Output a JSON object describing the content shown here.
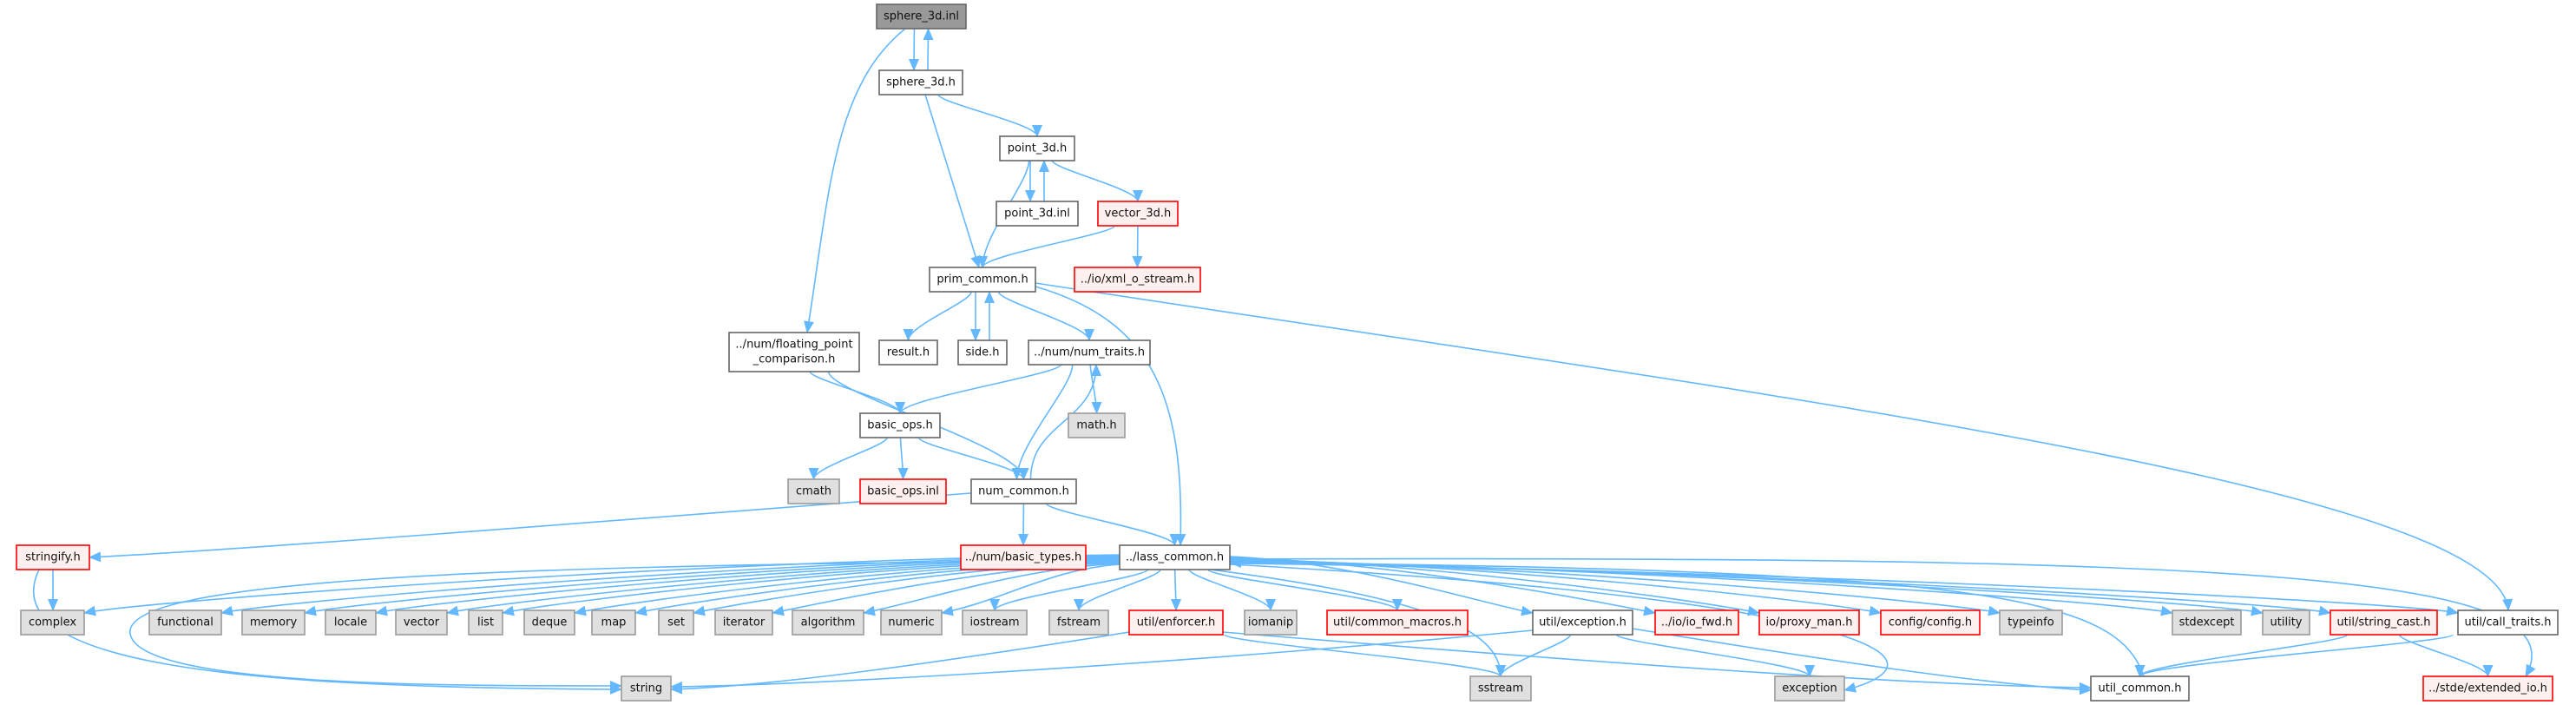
{
  "title": "sphere_3d.inl include dependency graph",
  "colors": {
    "edge": "#63b8ff",
    "selected_fill": "#999999",
    "selected_border": "#666666",
    "normal_fill": "#ffffff",
    "normal_border": "#666666",
    "system_fill": "#e0e0e0",
    "system_border": "#999999",
    "missing_fill": "#fff0f0",
    "missing_border": "#ff0000"
  },
  "graph": {
    "nodes": [
      {
        "id": "sphere_3d_inl",
        "label": [
          "sphere_3d.inl"
        ],
        "kind": "selected"
      },
      {
        "id": "sphere_3d_h",
        "label": [
          "sphere_3d.h"
        ],
        "kind": "normal"
      },
      {
        "id": "point_3d_h",
        "label": [
          "point_3d.h"
        ],
        "kind": "normal"
      },
      {
        "id": "point_3d_inl",
        "label": [
          "point_3d.inl"
        ],
        "kind": "normal"
      },
      {
        "id": "vector_3d_h",
        "label": [
          "vector_3d.h"
        ],
        "kind": "missing"
      },
      {
        "id": "prim_common",
        "label": [
          "prim_common.h"
        ],
        "kind": "normal"
      },
      {
        "id": "xml_o_stream",
        "label": [
          "../io/xml_o_stream.h"
        ],
        "kind": "missing"
      },
      {
        "id": "floating_point",
        "label": [
          "../num/floating_point",
          "_comparison.h"
        ],
        "kind": "normal"
      },
      {
        "id": "result",
        "label": [
          "result.h"
        ],
        "kind": "normal"
      },
      {
        "id": "side",
        "label": [
          "side.h"
        ],
        "kind": "normal"
      },
      {
        "id": "num_traits",
        "label": [
          "../num/num_traits.h"
        ],
        "kind": "normal"
      },
      {
        "id": "basic_ops",
        "label": [
          "basic_ops.h"
        ],
        "kind": "normal"
      },
      {
        "id": "math_h",
        "label": [
          "math.h"
        ],
        "kind": "system"
      },
      {
        "id": "cmath",
        "label": [
          "cmath"
        ],
        "kind": "system"
      },
      {
        "id": "basic_ops_inl",
        "label": [
          "basic_ops.inl"
        ],
        "kind": "missing"
      },
      {
        "id": "num_common",
        "label": [
          "num_common.h"
        ],
        "kind": "normal"
      },
      {
        "id": "stringify",
        "label": [
          "stringify.h"
        ],
        "kind": "missing"
      },
      {
        "id": "basic_types",
        "label": [
          "../num/basic_types.h"
        ],
        "kind": "missing"
      },
      {
        "id": "lass_common",
        "label": [
          "../lass_common.h"
        ],
        "kind": "normal"
      },
      {
        "id": "complex",
        "label": [
          "complex"
        ],
        "kind": "system"
      },
      {
        "id": "functional",
        "label": [
          "functional"
        ],
        "kind": "system"
      },
      {
        "id": "memory",
        "label": [
          "memory"
        ],
        "kind": "system"
      },
      {
        "id": "locale",
        "label": [
          "locale"
        ],
        "kind": "system"
      },
      {
        "id": "vector",
        "label": [
          "vector"
        ],
        "kind": "system"
      },
      {
        "id": "list",
        "label": [
          "list"
        ],
        "kind": "system"
      },
      {
        "id": "deque",
        "label": [
          "deque"
        ],
        "kind": "system"
      },
      {
        "id": "map",
        "label": [
          "map"
        ],
        "kind": "system"
      },
      {
        "id": "set",
        "label": [
          "set"
        ],
        "kind": "system"
      },
      {
        "id": "iterator",
        "label": [
          "iterator"
        ],
        "kind": "system"
      },
      {
        "id": "algorithm",
        "label": [
          "algorithm"
        ],
        "kind": "system"
      },
      {
        "id": "numeric",
        "label": [
          "numeric"
        ],
        "kind": "system"
      },
      {
        "id": "iostream",
        "label": [
          "iostream"
        ],
        "kind": "system"
      },
      {
        "id": "fstream",
        "label": [
          "fstream"
        ],
        "kind": "system"
      },
      {
        "id": "enforcer",
        "label": [
          "util/enforcer.h"
        ],
        "kind": "missing"
      },
      {
        "id": "iomanip",
        "label": [
          "iomanip"
        ],
        "kind": "system"
      },
      {
        "id": "common_macros",
        "label": [
          "util/common_macros.h"
        ],
        "kind": "missing"
      },
      {
        "id": "exception_h",
        "label": [
          "util/exception.h"
        ],
        "kind": "normal"
      },
      {
        "id": "io_fwd",
        "label": [
          "../io/io_fwd.h"
        ],
        "kind": "missing"
      },
      {
        "id": "proxy_man",
        "label": [
          "io/proxy_man.h"
        ],
        "kind": "missing"
      },
      {
        "id": "config",
        "label": [
          "config/config.h"
        ],
        "kind": "missing"
      },
      {
        "id": "typeinfo",
        "label": [
          "typeinfo"
        ],
        "kind": "system"
      },
      {
        "id": "stdexcept",
        "label": [
          "stdexcept"
        ],
        "kind": "system"
      },
      {
        "id": "utility",
        "label": [
          "utility"
        ],
        "kind": "system"
      },
      {
        "id": "string_cast",
        "label": [
          "util/string_cast.h"
        ],
        "kind": "missing"
      },
      {
        "id": "call_traits",
        "label": [
          "util/call_traits.h"
        ],
        "kind": "normal"
      },
      {
        "id": "string",
        "label": [
          "string"
        ],
        "kind": "system"
      },
      {
        "id": "sstream",
        "label": [
          "sstream"
        ],
        "kind": "system"
      },
      {
        "id": "exception",
        "label": [
          "exception"
        ],
        "kind": "system"
      },
      {
        "id": "util_common",
        "label": [
          "util_common.h"
        ],
        "kind": "normal"
      },
      {
        "id": "extended_io",
        "label": [
          "../stde/extended_io.h"
        ],
        "kind": "missing"
      }
    ],
    "edges": [
      [
        "sphere_3d_inl",
        "sphere_3d_h"
      ],
      [
        "sphere_3d_h",
        "sphere_3d_inl"
      ],
      [
        "sphere_3d_inl",
        "floating_point"
      ],
      [
        "sphere_3d_h",
        "point_3d_h"
      ],
      [
        "sphere_3d_h",
        "prim_common"
      ],
      [
        "point_3d_h",
        "point_3d_inl"
      ],
      [
        "point_3d_inl",
        "point_3d_h"
      ],
      [
        "point_3d_h",
        "vector_3d_h"
      ],
      [
        "point_3d_h",
        "prim_common"
      ],
      [
        "vector_3d_h",
        "prim_common"
      ],
      [
        "vector_3d_h",
        "xml_o_stream"
      ],
      [
        "prim_common",
        "result"
      ],
      [
        "prim_common",
        "side"
      ],
      [
        "side",
        "prim_common"
      ],
      [
        "prim_common",
        "num_traits"
      ],
      [
        "prim_common",
        "lass_common"
      ],
      [
        "prim_common",
        "call_traits"
      ],
      [
        "floating_point",
        "basic_ops"
      ],
      [
        "floating_point",
        "num_common"
      ],
      [
        "num_traits",
        "basic_ops"
      ],
      [
        "num_traits",
        "num_common"
      ],
      [
        "num_common",
        "num_traits"
      ],
      [
        "num_traits",
        "math_h"
      ],
      [
        "basic_ops",
        "cmath"
      ],
      [
        "basic_ops",
        "basic_ops_inl"
      ],
      [
        "basic_ops",
        "num_common"
      ],
      [
        "num_common",
        "stringify"
      ],
      [
        "num_common",
        "basic_types"
      ],
      [
        "num_common",
        "lass_common"
      ],
      [
        "stringify",
        "complex"
      ],
      [
        "stringify",
        "string"
      ],
      [
        "lass_common",
        "complex"
      ],
      [
        "lass_common",
        "functional"
      ],
      [
        "lass_common",
        "memory"
      ],
      [
        "lass_common",
        "locale"
      ],
      [
        "lass_common",
        "vector"
      ],
      [
        "lass_common",
        "list"
      ],
      [
        "lass_common",
        "deque"
      ],
      [
        "lass_common",
        "map"
      ],
      [
        "lass_common",
        "set"
      ],
      [
        "lass_common",
        "iterator"
      ],
      [
        "lass_common",
        "algorithm"
      ],
      [
        "lass_common",
        "numeric"
      ],
      [
        "lass_common",
        "iostream"
      ],
      [
        "lass_common",
        "fstream"
      ],
      [
        "lass_common",
        "enforcer"
      ],
      [
        "lass_common",
        "iomanip"
      ],
      [
        "lass_common",
        "common_macros"
      ],
      [
        "lass_common",
        "exception_h"
      ],
      [
        "lass_common",
        "io_fwd"
      ],
      [
        "lass_common",
        "proxy_man"
      ],
      [
        "lass_common",
        "config"
      ],
      [
        "lass_common",
        "typeinfo"
      ],
      [
        "lass_common",
        "stdexcept"
      ],
      [
        "lass_common",
        "utility"
      ],
      [
        "lass_common",
        "string_cast"
      ],
      [
        "lass_common",
        "call_traits"
      ],
      [
        "lass_common",
        "string"
      ],
      [
        "lass_common",
        "sstream"
      ],
      [
        "lass_common",
        "exception"
      ],
      [
        "lass_common",
        "extended_io"
      ],
      [
        "enforcer",
        "string"
      ],
      [
        "enforcer",
        "sstream"
      ],
      [
        "enforcer",
        "util_common"
      ],
      [
        "exception_h",
        "string"
      ],
      [
        "exception_h",
        "sstream"
      ],
      [
        "exception_h",
        "exception"
      ],
      [
        "exception_h",
        "util_common"
      ],
      [
        "util_common",
        "lass_common"
      ],
      [
        "string_cast",
        "util_common"
      ],
      [
        "string_cast",
        "extended_io"
      ],
      [
        "call_traits",
        "util_common"
      ]
    ]
  }
}
